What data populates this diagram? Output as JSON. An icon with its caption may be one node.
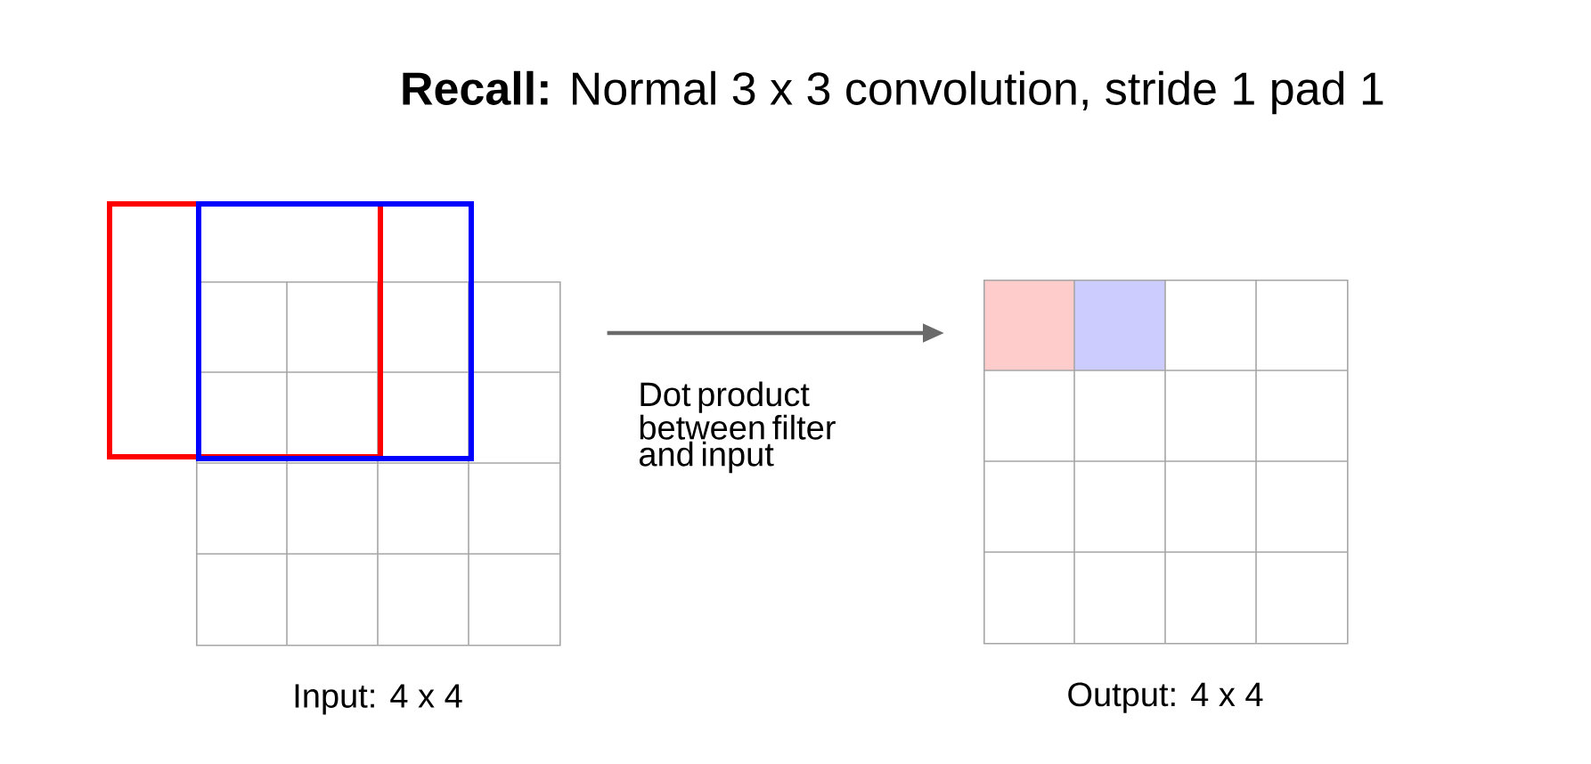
{
  "diagram": {
    "title": "**Recall:** Normal 3 x 3 convolution, stride 1 pad 1",
    "nodes": [
      {
        "text": [],
        "shape": "box",
        "beside": [
          "Input: 4 x 4"
        ]
      },
      {
        "text": [],
        "shape": "box",
        "beside": [
          "Output: 4 x 4"
        ]
      },
      {
        "text": [],
        "shape": "box"
      },
      {
        "text": [],
        "shape": "box"
      }
    ],
    "edges": [
      {
        "from": 0,
        "to": 1,
        "arrow": "to",
        "label": "Dot product between filter and input"
      }
    ]
  }
}
